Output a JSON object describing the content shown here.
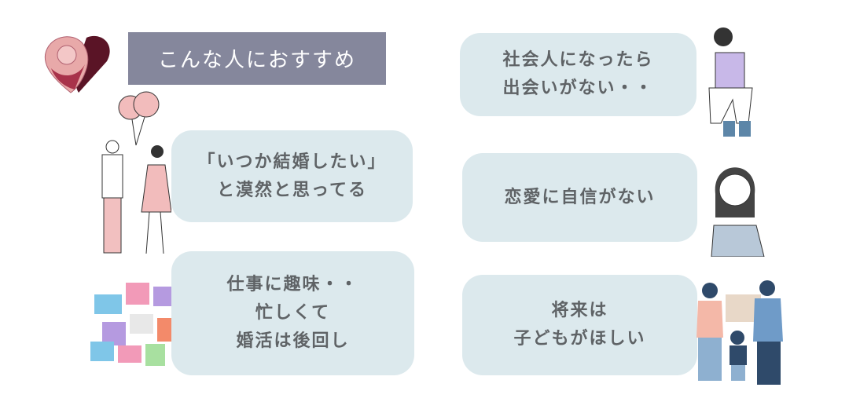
{
  "header": {
    "title": "こんな人におすすめ"
  },
  "cards": [
    {
      "lines": [
        "「いつか結婚したい」",
        "と漠然と思ってる"
      ]
    },
    {
      "lines": [
        "仕事に趣味・・",
        "忙しくて",
        "婚活は後回し"
      ]
    },
    {
      "lines": [
        "社会人になったら",
        "出会いがない・・"
      ]
    },
    {
      "lines": [
        "恋愛に自信がない"
      ]
    },
    {
      "lines": [
        "将来は",
        "子どもがほしい"
      ]
    }
  ],
  "colors": {
    "header": "#85879c",
    "card": "#dce9ed",
    "text": "#5f6366",
    "rose": "#e8a9a9",
    "heart": "#5a1426"
  }
}
